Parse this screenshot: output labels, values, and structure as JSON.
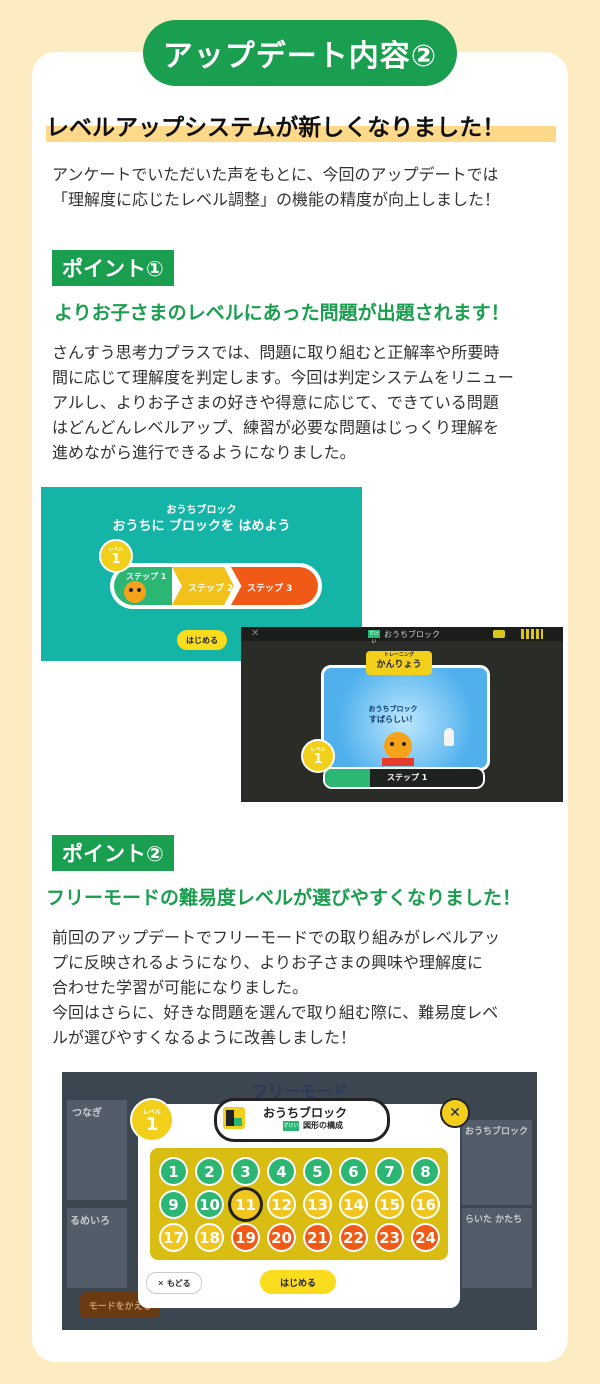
{
  "header": {
    "title": "アップデート内容②"
  },
  "headline": "レベルアップシステムが新しくなりました！",
  "intro": [
    "アンケートでいただいた声をもとに、今回のアップデートでは",
    "「理解度に応じたレベル調整」の機能の精度が向上しました！"
  ],
  "point1": {
    "label": "ポイント①",
    "subhead": "よりお子さまのレベルにあった問題が出題されます！",
    "body": [
      "さんすう思考力プラスでは、問題に取り組むと正解率や所要時",
      "間に応じて理解度を判定します。今回は判定システムをリニュー",
      "アルし、よりお子さまの好きや得意に応じて、できている問題",
      "はどんどんレベルアップ、練習が必要な問題はじっくり理解を",
      "進めながら進行できるようになりました。"
    ]
  },
  "shot1": {
    "subtitle": "おうちブロック",
    "title": "おうちに ブロックを はめよう",
    "level_label": "レベル",
    "level_num": "1",
    "steps": [
      "ステップ 1",
      "ステップ 2",
      "ステップ 3"
    ],
    "start": "はじめる"
  },
  "shot2": {
    "close": "✕",
    "tag": "すけい",
    "title": "おうちブロック",
    "ribbon_small": "トレーニング",
    "ribbon": "かんりょう",
    "line1": "おうちブロック",
    "line2": "すばらしい！",
    "level_label": "レベル",
    "level_num": "1",
    "step": "ステップ 1"
  },
  "point2": {
    "label": "ポイント②",
    "subhead": "フリーモードの難易度レベルが選びやすくなりました！",
    "body": [
      "前回のアップデートでフリーモードでの取り組みがレベルアッ",
      "プに反映されるようになり、よりお子さまの興味や理解度に",
      "合わせた学習が可能になりました。",
      "今回はさらに、好きな問題を選んで取り組む際に、難易度レベ",
      "ルが選びやすくなるように改善しました！"
    ]
  },
  "shot3": {
    "bg_title": "フリーモード",
    "bg_left1": "つなぎ",
    "bg_left2": "るめいろ",
    "bg_right1": "おうちブロック",
    "bg_right2": "らいた かたち",
    "bg_button": "モードをかえる",
    "level_label": "レベル",
    "level_num": "1",
    "title": "おうちブロック",
    "tag": "ずけい",
    "subtitle": "図形の構成",
    "close": "✕",
    "levels": [
      "1",
      "2",
      "3",
      "4",
      "5",
      "6",
      "7",
      "8",
      "9",
      "10",
      "11",
      "12",
      "13",
      "14",
      "15",
      "16",
      "17",
      "18",
      "19",
      "20",
      "21",
      "22",
      "23",
      "24"
    ],
    "back": "✕ もどる",
    "start": "はじめる"
  },
  "colors": {
    "green": "#1a9e4f",
    "teal": "#14b5a6",
    "yellow": "#f2cf1b",
    "orange": "#f05a16"
  }
}
